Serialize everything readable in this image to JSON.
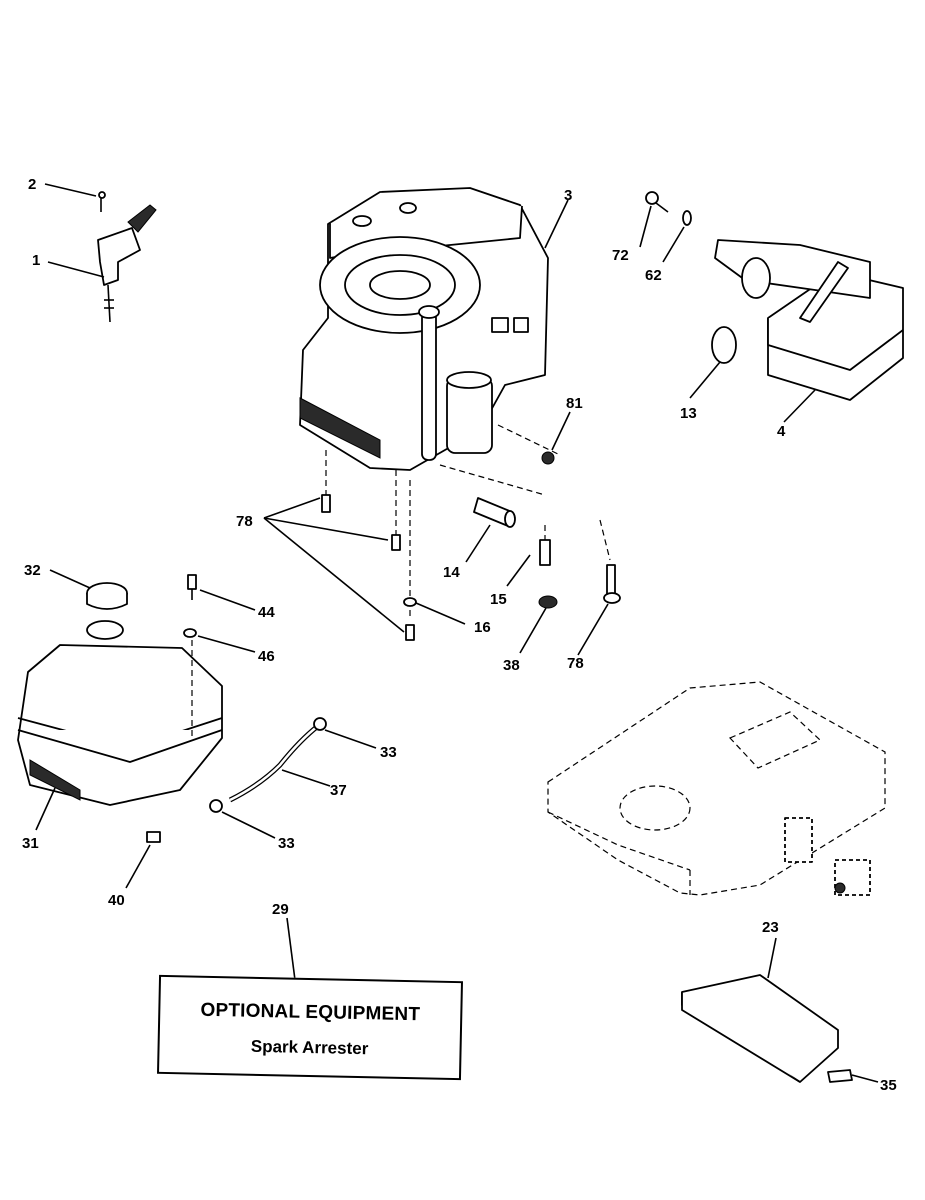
{
  "callouts": {
    "c1": "1",
    "c2": "2",
    "c3": "3",
    "c4": "4",
    "c13": "13",
    "c14": "14",
    "c15": "15",
    "c16": "16",
    "c23": "23",
    "c29": "29",
    "c31": "31",
    "c32": "32",
    "c33a": "33",
    "c33b": "33",
    "c35": "35",
    "c37": "37",
    "c38": "38",
    "c40": "40",
    "c44": "44",
    "c46": "46",
    "c62": "62",
    "c72": "72",
    "c78a": "78",
    "c78b": "78",
    "c81": "81"
  },
  "optional_equipment": {
    "title": "OPTIONAL EQUIPMENT",
    "item": "Spark Arrester"
  }
}
